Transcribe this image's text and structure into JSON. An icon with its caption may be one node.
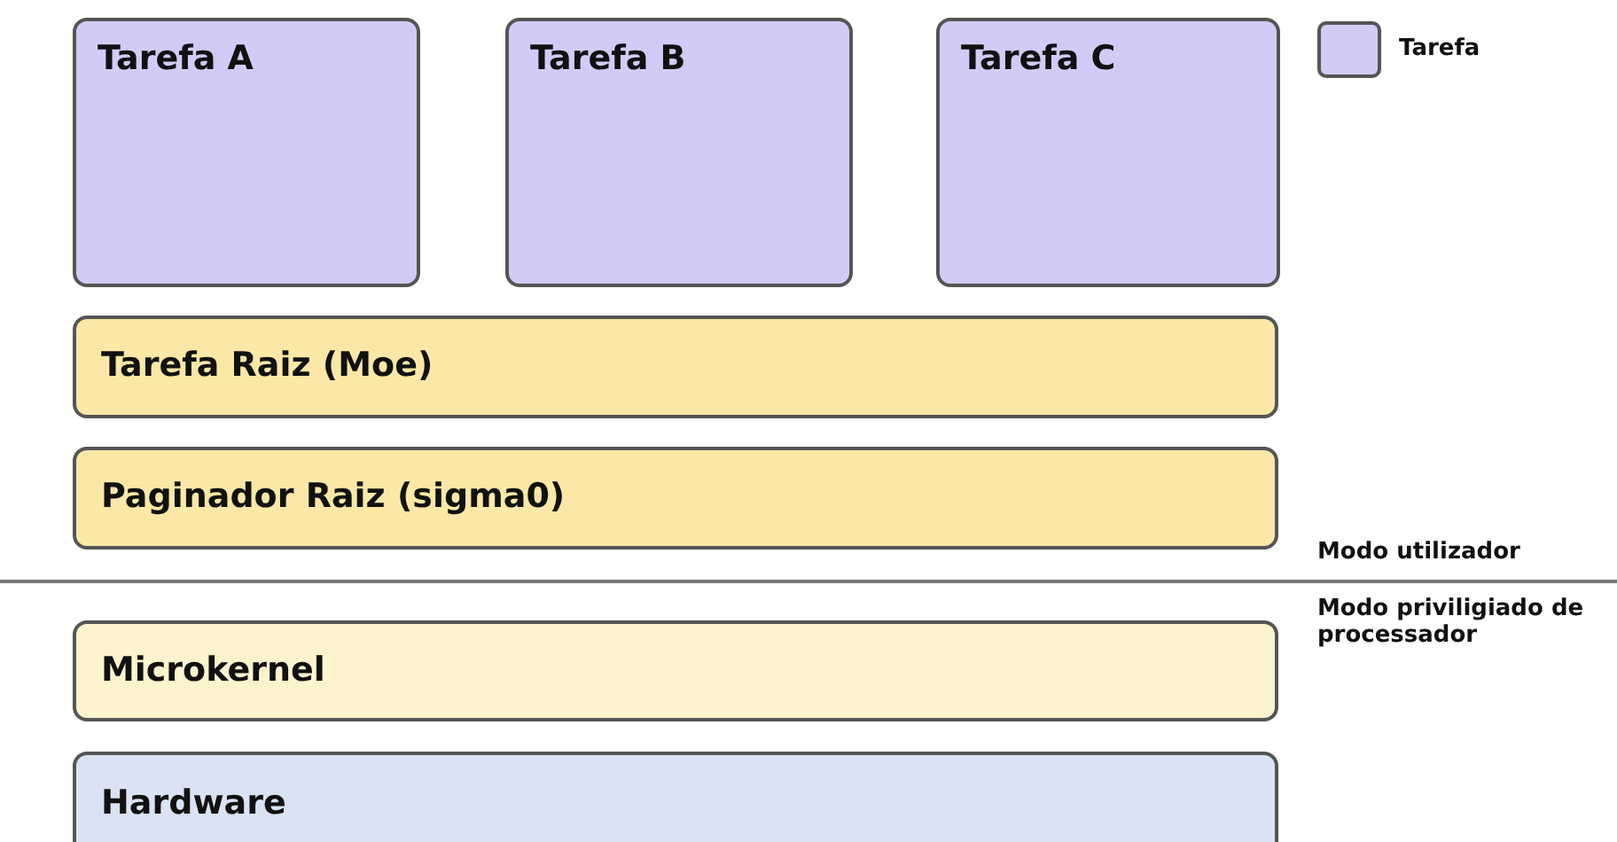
{
  "diagram": {
    "nodes": [
      {
        "text": [
          "Tarefa A"
        ]
      },
      {
        "text": [
          "Tarefa B"
        ]
      },
      {
        "text": [
          "Tarefa C"
        ]
      },
      {
        "text": [
          "Tarefa Raiz (Moe)"
        ]
      },
      {
        "text": [
          "Paginador Raiz (sigma0)"
        ]
      },
      {
        "text": [
          "Microkernel"
        ]
      },
      {
        "text": [
          "Hardware"
        ]
      }
    ],
    "labels": [
      "Modo utilizador",
      "Modo priviligiado de processador"
    ],
    "legend": [
      {
        "text": "Tarefa",
        "color": "#d0ccf6"
      }
    ]
  }
}
